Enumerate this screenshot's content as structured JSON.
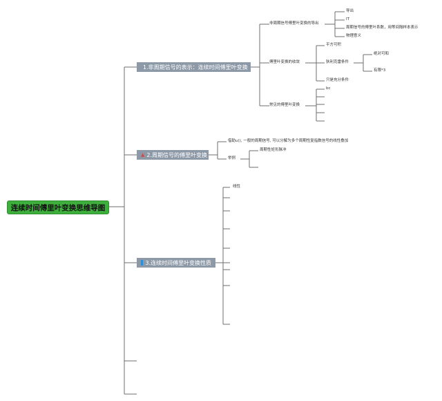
{
  "root": {
    "label": "连续时间傅里叶变换思维导图"
  },
  "topics": [
    {
      "id": "t1",
      "icon": "star-icon",
      "label": "1.非周期信号的表示：连续时间傅里叶变换",
      "children": [
        {
          "label": "非周期信号傅里叶变换的导出",
          "children": [
            "导出",
            "IT",
            "周期信号的傅里叶系数，用等间隔样本表示",
            "物理意义"
          ]
        },
        {
          "label": "傅里叶变换的收敛",
          "children": [
            {
              "label": "平方可积"
            },
            {
              "label": "狄利克雷条件",
              "children": [
                "绝对可和",
                "有限*3"
              ]
            },
            {
              "label": "只是充分条件"
            }
          ]
        },
        {
          "label": "常见的傅里叶变换",
          "children": [
            "bc",
            "",
            "",
            "",
            ""
          ]
        }
      ]
    },
    {
      "id": "t2",
      "icon": "warning-icon",
      "label": "2.周期信号的傅里叶变换",
      "children": [
        {
          "label": "借助u(), 一般的周期信号, 可以分解为多个周期性复指数信号的线性叠加"
        },
        {
          "label": "举例",
          "children": [
            "周期性矩形脉冲",
            ""
          ]
        }
      ]
    },
    {
      "id": "t3",
      "icon": "square-icon",
      "label": "3.连续时间傅里叶变换性质",
      "children": [
        "线性",
        "",
        "",
        "",
        "",
        "",
        "",
        "",
        ""
      ]
    }
  ],
  "colors": {
    "root": "#3eae3c",
    "topic": "#8e99a7",
    "line": "#6d6d6d"
  }
}
